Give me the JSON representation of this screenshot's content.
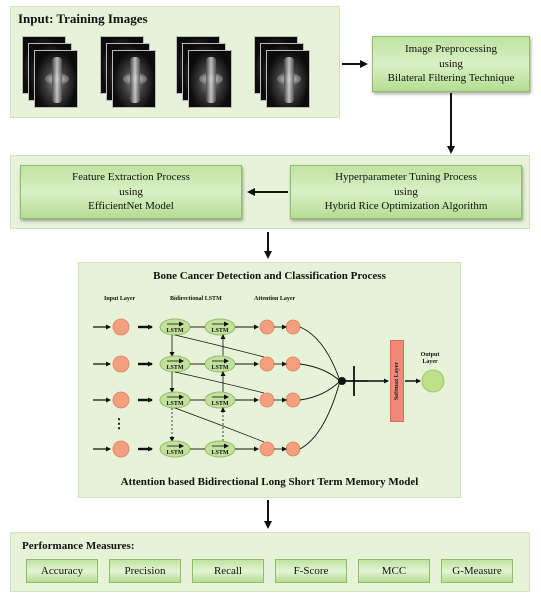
{
  "input": {
    "title": "Input: Training Images"
  },
  "preprocess": {
    "line1": "Image Preprocessing",
    "line2": "using",
    "line3": "Bilateral Filtering Technique"
  },
  "tuning": {
    "line1": "Hyperparameter Tuning Process",
    "line2": "using",
    "line3": "Hybrid Rice Optimization Algorithm"
  },
  "feature": {
    "line1": "Feature Extraction Process",
    "line2": "using",
    "line3": "EfficientNet Model"
  },
  "detection": {
    "title": "Bone Cancer Detection and Classification Process",
    "input_layer": "Input Layer",
    "bilstm": "Bidirectional LSTM",
    "attention": "Attention Layer",
    "output": "Output Layer",
    "softmax": "Softmax Layer",
    "lstm_label": "LSTM",
    "ellipsis": "⋮",
    "caption": "Attention based Bidirectional Long Short Term Memory Model"
  },
  "performance": {
    "title": "Performance Measures:",
    "metrics": [
      "Accuracy",
      "Precision",
      "Recall",
      "F-Score",
      "MCC",
      "G-Measure"
    ]
  },
  "colors": {
    "panel": "#e7f3d9",
    "box": "#c6e8ab",
    "node": "#f4a07e",
    "lstm": "#c3e09d",
    "output": "#bfe08a",
    "softmax": "#f08a78"
  }
}
